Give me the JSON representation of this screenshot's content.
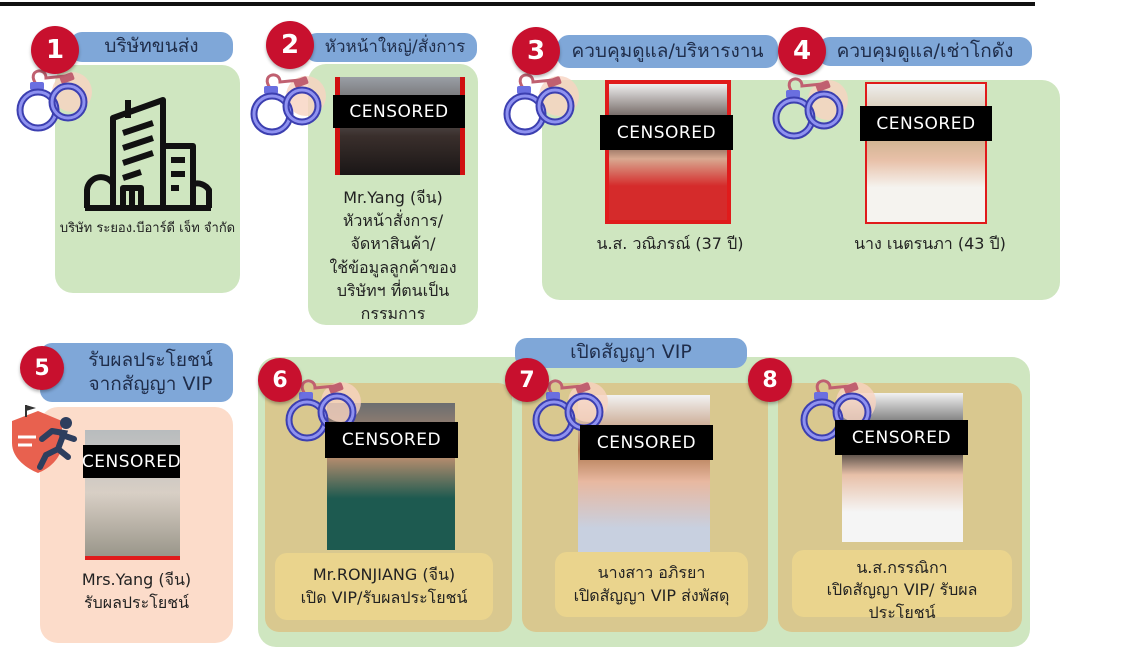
{
  "groups": {
    "vip_label": "เปิดสัญญา VIP"
  },
  "censor_label": "CENSORED",
  "colors": {
    "badge": "#c8102e",
    "pill": "#7fa7d8",
    "green_card": "#cfe6c0",
    "peach_card": "#fcdcca",
    "tan_card": "#d9c88f"
  },
  "items": [
    {
      "number": "1",
      "role": "บริษัทขนส่ง",
      "lines": [
        "บริษัท ระยอง.บีอาร์ดี เจ็ท จำกัด"
      ],
      "icon": "building-icon",
      "arrested": true
    },
    {
      "number": "2",
      "role": "หัวหน้าใหญ่/สั่งการ",
      "lines": [
        "Mr.Yang (จีน)",
        "หัวหน้าสั่งการ/",
        "จัดหาสินค้า/",
        "ใช้ข้อมูลลูกค้าของ",
        "บริษัทฯ ที่ตนเป็น",
        "กรรมการ"
      ],
      "arrested": true
    },
    {
      "number": "3",
      "role": "ควบคุมดูแล/บริหารงาน",
      "lines": [
        "น.ส. วณิภรณ์  (37 ปี)"
      ],
      "arrested": true
    },
    {
      "number": "4",
      "role": "ควบคุมดูแล/เช่าโกดัง",
      "lines": [
        "นาง เนตรนภา (43 ปี)"
      ],
      "arrested": true
    },
    {
      "number": "5",
      "role": [
        "รับผลประโยชน์",
        "จากสัญญา VIP"
      ],
      "lines": [
        "Mrs.Yang  (จีน)",
        "รับผลประโยชน์"
      ],
      "icon": "fugitive-runner-icon",
      "arrested": false
    },
    {
      "number": "6",
      "lines": [
        "Mr.RONJIANG  (จีน)",
        "เปิด VIP/รับผลประโยชน์"
      ],
      "arrested": true
    },
    {
      "number": "7",
      "lines": [
        "นางสาว อภิรยา",
        "เปิดสัญญา VIP ส่งพัสดุ"
      ],
      "arrested": true
    },
    {
      "number": "8",
      "lines": [
        "น.ส.กรรณิกา",
        "เปิดสัญญา VIP/ รับผล",
        "ประโยชน์"
      ],
      "arrested": true
    }
  ]
}
